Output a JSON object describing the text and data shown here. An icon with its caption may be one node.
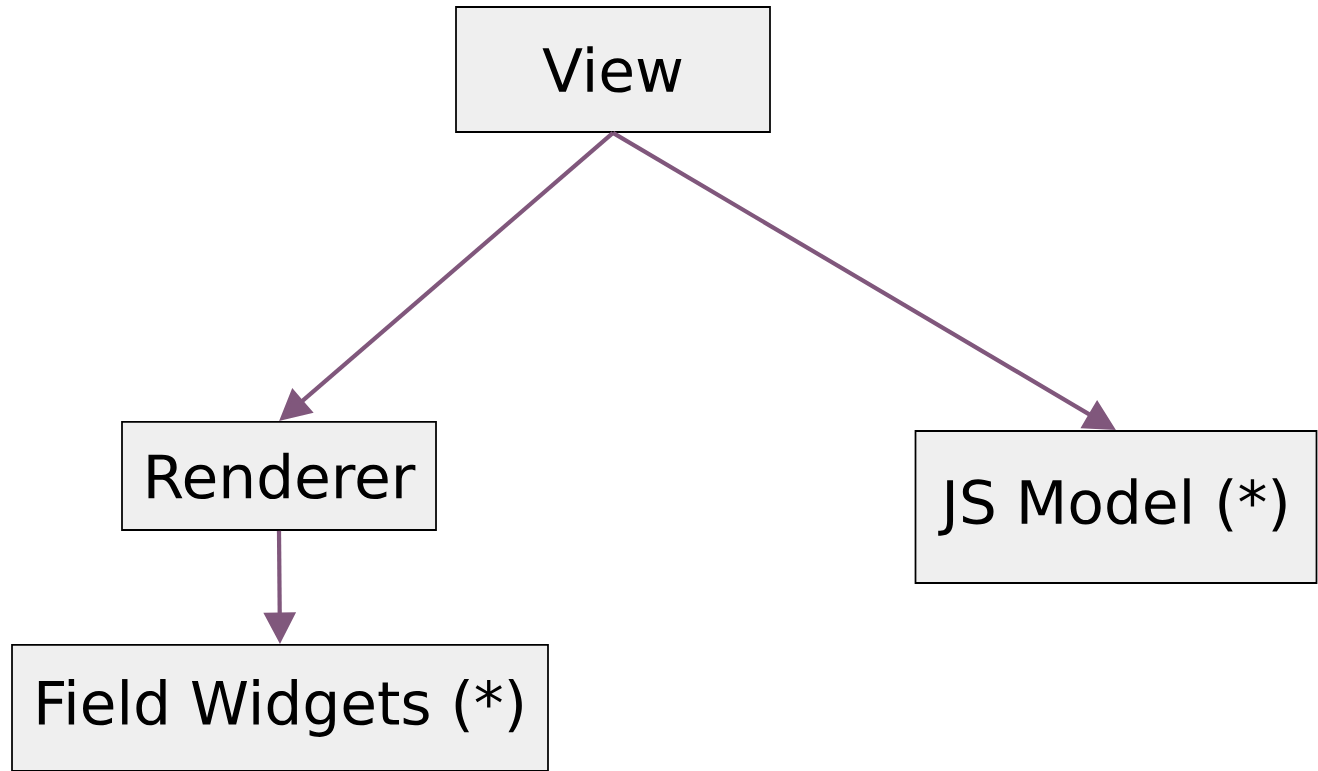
{
  "diagram": {
    "nodes": [
      {
        "text": [
          "View"
        ]
      },
      {
        "text": [
          "Renderer"
        ]
      },
      {
        "text": [
          "JS Model (*)"
        ]
      },
      {
        "text": [
          "Field Widgets (*)"
        ]
      }
    ],
    "edges": [
      {
        "from": 0,
        "to": 1,
        "arrow": "to"
      },
      {
        "from": 0,
        "to": 2,
        "arrow": "to"
      },
      {
        "from": 1,
        "to": 3,
        "arrow": "to"
      }
    ]
  }
}
